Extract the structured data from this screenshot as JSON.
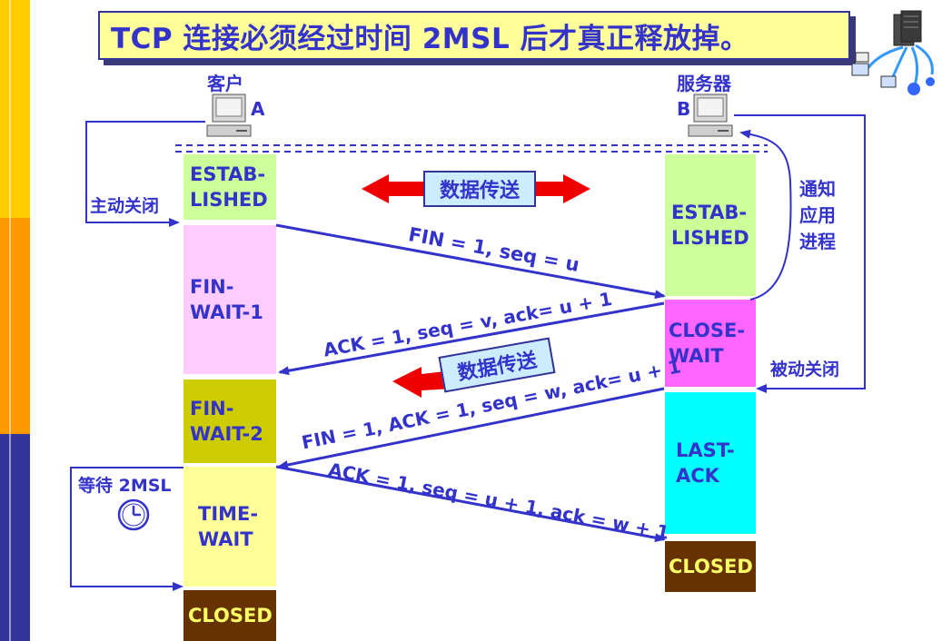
{
  "title": "TCP 连接必须经过时间 2MSL 后才真正释放掉。",
  "client": {
    "label": "客户",
    "id": "A"
  },
  "server": {
    "label": "服务器",
    "id": "B"
  },
  "client_states": [
    "ESTAB-\nLISHED",
    "FIN-\nWAIT-1",
    "FIN-\nWAIT-2",
    "TIME-\nWAIT",
    "CLOSED"
  ],
  "server_states": [
    "ESTAB-\nLISHED",
    "CLOSE-\nWAIT",
    "LAST-\nACK",
    "CLOSED"
  ],
  "messages": {
    "fin1": "FIN = 1, seq = u",
    "ack1": "ACK = 1, seq = v, ack= u + 1",
    "fin2": "FIN = 1, ACK = 1, seq = w, ack= u + 1",
    "ack2": "ACK = 1, seq = u + 1, ack = w + 1"
  },
  "data_transfer": "数据传送",
  "active_close": "主动关闭",
  "passive_close": "被动关闭",
  "notify_app": "通知\n应用\n进程",
  "wait_2msl": "等待 2MSL",
  "colors": {
    "accent": "#3333cc",
    "title_bg": "#ffff99",
    "established": "#ccff99",
    "fin_wait_1": "#ffccff",
    "fin_wait_2": "#cccc00",
    "time_wait": "#ffff99",
    "closed": "#663300",
    "close_wait": "#ff66ff",
    "last_ack": "#00ffff",
    "arrow_red": "#ee0000"
  },
  "icons": [
    "computer-icon",
    "network-icon",
    "clock-icon"
  ]
}
